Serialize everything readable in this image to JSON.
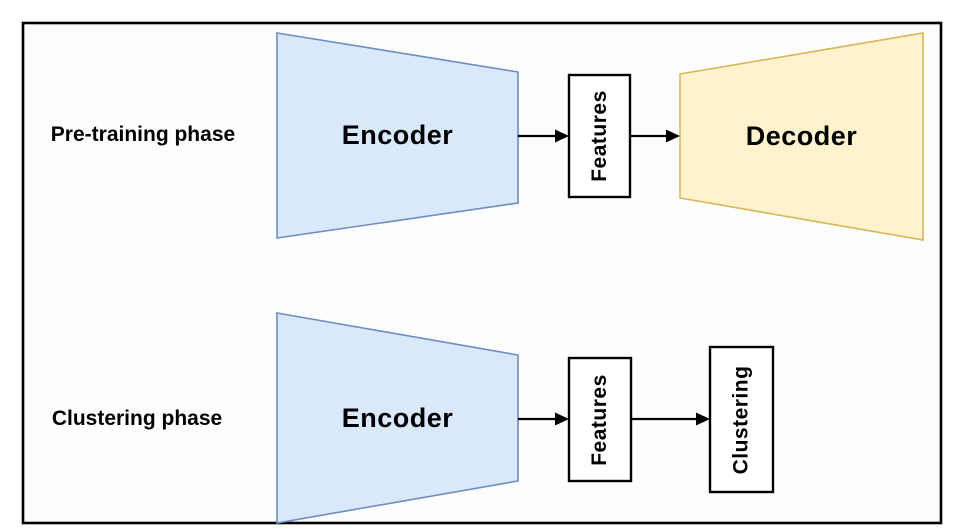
{
  "diagram": {
    "rows": [
      {
        "label": "Pre-training phase",
        "encoder": "Encoder",
        "features": "Features",
        "output": "Decoder"
      },
      {
        "label": "Clustering phase",
        "encoder": "Encoder",
        "features": "Features",
        "output": "Clustering"
      }
    ],
    "colors": {
      "encoder_fill": "#dae8fc",
      "encoder_stroke": "#6c8ebf",
      "decoder_fill": "#fff2cc",
      "decoder_stroke": "#d6b656",
      "box_fill": "#ffffff",
      "box_stroke": "#000000",
      "arrow": "#000000",
      "frame_stroke": "#000000",
      "frame_fill": "#fdfdfd",
      "text": "#000000"
    }
  }
}
